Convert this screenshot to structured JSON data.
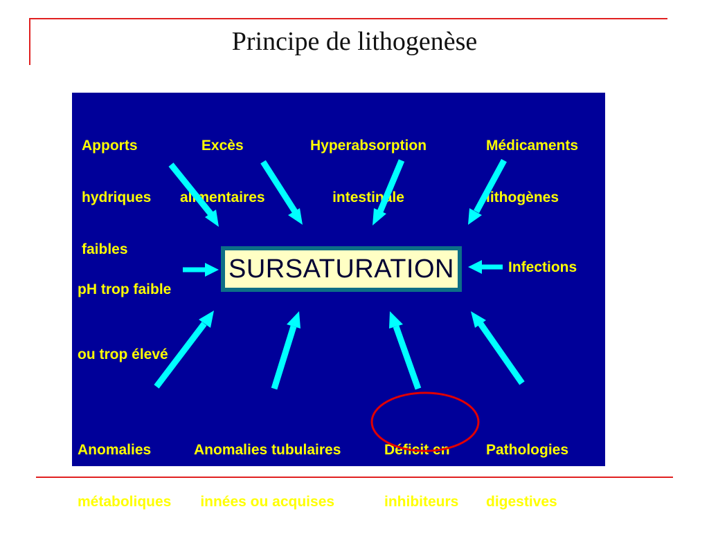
{
  "title": "Principe de lithogenèse",
  "diagram": {
    "center": "SURSATURATION",
    "top": [
      {
        "lines": [
          "Apports",
          "hydriques",
          "faibles"
        ]
      },
      {
        "lines": [
          "Excès",
          "alimentaires"
        ]
      },
      {
        "lines": [
          "Hyperabsorption",
          "intestinale"
        ]
      },
      {
        "lines": [
          "Médicaments",
          "lithogènes"
        ]
      }
    ],
    "left": {
      "line1": "pH trop faible",
      "line2": "ou trop élevé"
    },
    "right": "Infections",
    "bottom": [
      {
        "lines": [
          "Anomalies",
          "métaboliques"
        ]
      },
      {
        "lines": [
          "Anomalies tubulaires",
          "innées ou acquises"
        ]
      },
      {
        "lines": [
          "Déficit en",
          "inhibiteurs"
        ]
      },
      {
        "lines": [
          "Pathologies",
          "digestives"
        ]
      }
    ]
  },
  "colors": {
    "background": "#000099",
    "label_text": "#ffff00",
    "arrow": "#00ffff",
    "center_fill": "#ffffc4",
    "center_border": "#0d6f86",
    "accent_line": "#e02020",
    "highlight_circle": "#e00000"
  }
}
